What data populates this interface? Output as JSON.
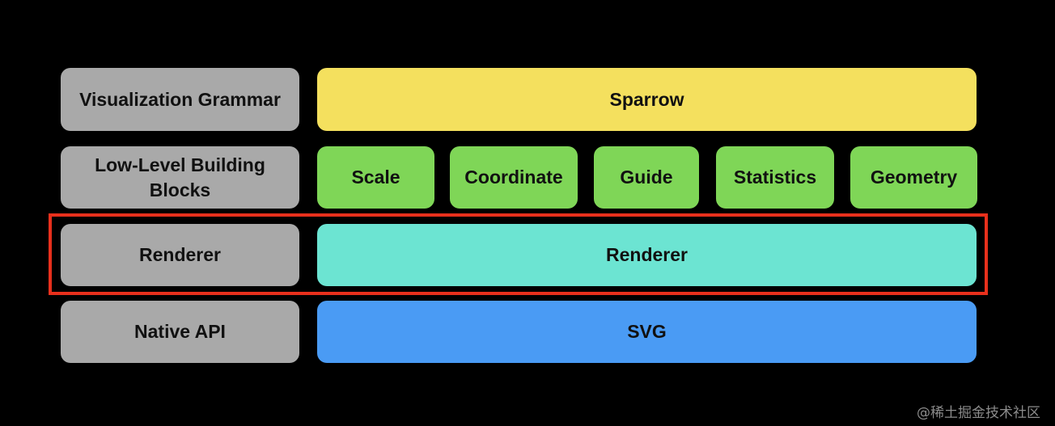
{
  "diagram": {
    "layers": [
      {
        "label": "Visualization Grammar",
        "items": [
          "Sparrow"
        ],
        "color": "#f4e05e"
      },
      {
        "label": "Low-Level Building Blocks",
        "items": [
          "Scale",
          "Coordinate",
          "Guide",
          "Statistics",
          "Geometry"
        ],
        "color": "#7fd657"
      },
      {
        "label": "Renderer",
        "items": [
          "Renderer"
        ],
        "color": "#6ce4d2",
        "highlighted": true
      },
      {
        "label": "Native API",
        "items": [
          "SVG"
        ],
        "color": "#4a9bf4"
      }
    ],
    "label_color": "#a9a9a9",
    "highlight_color": "#e8301c"
  },
  "watermark": "@稀土掘金技术社区"
}
